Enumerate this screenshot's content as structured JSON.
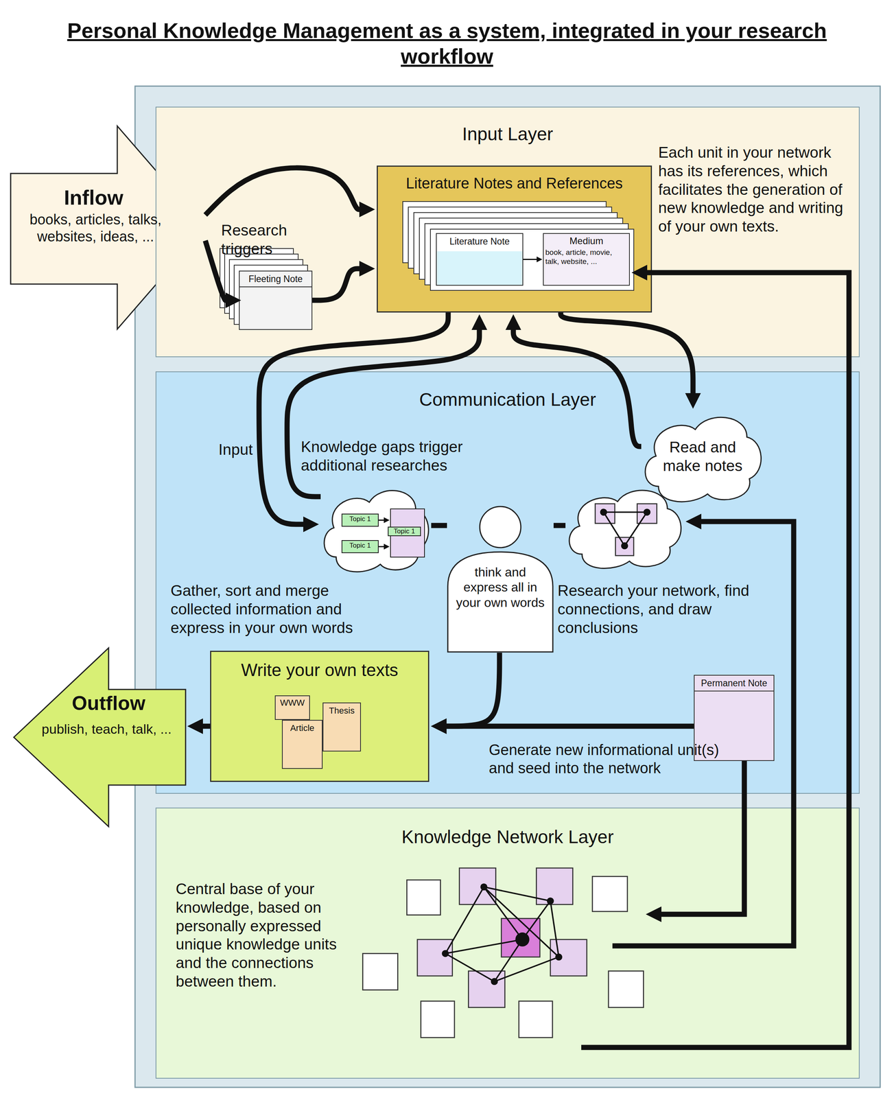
{
  "diagram": {
    "title": "Personal Knowledge Management as a system, integrated in your research workflow",
    "nodes": [
      {
        "text": [
          "Inflow",
          "books, articles, talks, websites, ideas, ..."
        ]
      },
      {
        "text": [
          "Input Layer"
        ]
      },
      {
        "text": [
          "Literature Notes and References"
        ],
        "in": 1
      },
      {
        "text": [
          "Literature Note"
        ],
        "in": 2
      },
      {
        "text": [
          "Medium",
          "book, article, movie, talk, website, ..."
        ],
        "in": 2
      },
      {
        "text": [
          "Fleeting Note"
        ],
        "in": 1
      },
      {
        "text": [
          "Communication Layer"
        ]
      },
      {
        "text": [
          "Read and make notes"
        ],
        "in": 6
      },
      {
        "text": [
          "Gather, sort and merge collected information and express in your own words"
        ],
        "in": 6
      },
      {
        "text": [
          "Topic 1"
        ],
        "in": 8
      },
      {
        "text": [
          "Topic 1"
        ],
        "in": 8
      },
      {
        "text": [
          "Topic 1"
        ],
        "in": 8
      },
      {
        "text": [
          "think and express all in your own words"
        ],
        "in": 6
      },
      {
        "text": [
          "Research your network, find connections, and draw conclusions"
        ],
        "in": 6
      },
      {
        "text": [
          "Write your own texts"
        ],
        "in": 6
      },
      {
        "text": [
          "WWW"
        ],
        "in": 14
      },
      {
        "text": [
          "Thesis"
        ],
        "in": 14
      },
      {
        "text": [
          "Article"
        ],
        "in": 14
      },
      {
        "text": [
          "Permanent Note"
        ],
        "in": 6
      },
      {
        "text": [
          "Outflow",
          "publish, teach, talk, ..."
        ]
      },
      {
        "text": [
          "Knowledge Network Layer",
          "Central base of your knowledge, based on personally expressed unique knowledge units and the connections between them."
        ]
      }
    ],
    "edges": [
      {
        "from": 0,
        "to": 2,
        "arrow": "to"
      },
      {
        "from": 0,
        "to": 5,
        "arrow": "to"
      },
      {
        "from": 5,
        "to": 2,
        "arrow": "to"
      },
      {
        "from": 3,
        "to": 4,
        "arrow": "to"
      },
      {
        "from": 2,
        "to": 8,
        "label": "Input",
        "arrow": "to"
      },
      {
        "from": 8,
        "to": 2,
        "label": "Knowledge gaps trigger additional researches",
        "arrow": "to"
      },
      {
        "from": 2,
        "to": 7,
        "arrow": "to"
      },
      {
        "from": 7,
        "to": 2,
        "arrow": "to"
      },
      {
        "from": 9,
        "to": 11,
        "arrow": "to"
      },
      {
        "from": 10,
        "to": 11,
        "arrow": "to"
      },
      {
        "from": 8,
        "to": 12,
        "arrow": "none"
      },
      {
        "from": 12,
        "to": 13,
        "arrow": "none"
      },
      {
        "from": 12,
        "to": 14,
        "arrow": "to"
      },
      {
        "from": 18,
        "to": 14,
        "arrow": "to"
      },
      {
        "from": 14,
        "to": 19,
        "arrow": "to"
      },
      {
        "from": 18,
        "to": 20,
        "arrow": "to"
      },
      {
        "from": 20,
        "to": 13,
        "arrow": "to"
      },
      {
        "from": 20,
        "to": 4,
        "arrow": "to"
      }
    ],
    "labels": [
      "Research triggers",
      "Each unit in your network has its references, which facilitates the generation of new knowledge and writing of your own texts.",
      "Generate new informational unit(s) and seed into the network"
    ]
  }
}
